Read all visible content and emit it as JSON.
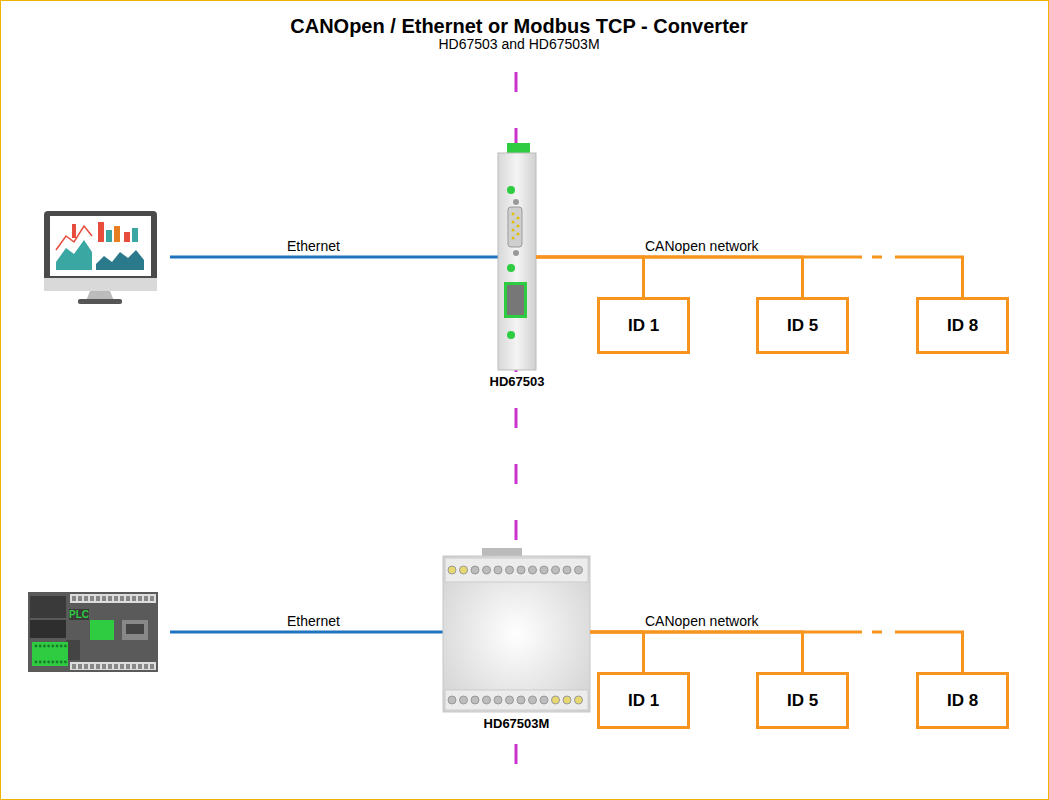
{
  "diagram": {
    "title": "CANOpen / Ethernet or Modbus TCP - Converter",
    "nodes": [
      {
        "text": [
          "HD67503"
        ]
      },
      {
        "text": [
          "ID 1"
        ]
      },
      {
        "text": [
          "ID 5"
        ]
      },
      {
        "text": [
          "ID 8"
        ]
      },
      {
        "text": [
          "HD67503M"
        ]
      },
      {
        "text": [
          "ID 1"
        ]
      },
      {
        "text": [
          "ID 5"
        ]
      },
      {
        "text": [
          "ID 8"
        ]
      }
    ],
    "edges": [
      {
        "from": 0,
        "to": 1,
        "arrow": "none"
      },
      {
        "from": 0,
        "to": 2,
        "arrow": "none"
      },
      {
        "from": 0,
        "to": 3,
        "arrow": "none"
      },
      {
        "from": 4,
        "to": 5,
        "arrow": "none"
      },
      {
        "from": 4,
        "to": 6,
        "arrow": "none"
      },
      {
        "from": 4,
        "to": 7,
        "arrow": "none"
      }
    ],
    "labels": [
      "HD67503 and HD67503M",
      "Ethernet",
      "CANopen network",
      "PLC",
      "Ethernet",
      "CANopen network"
    ]
  }
}
